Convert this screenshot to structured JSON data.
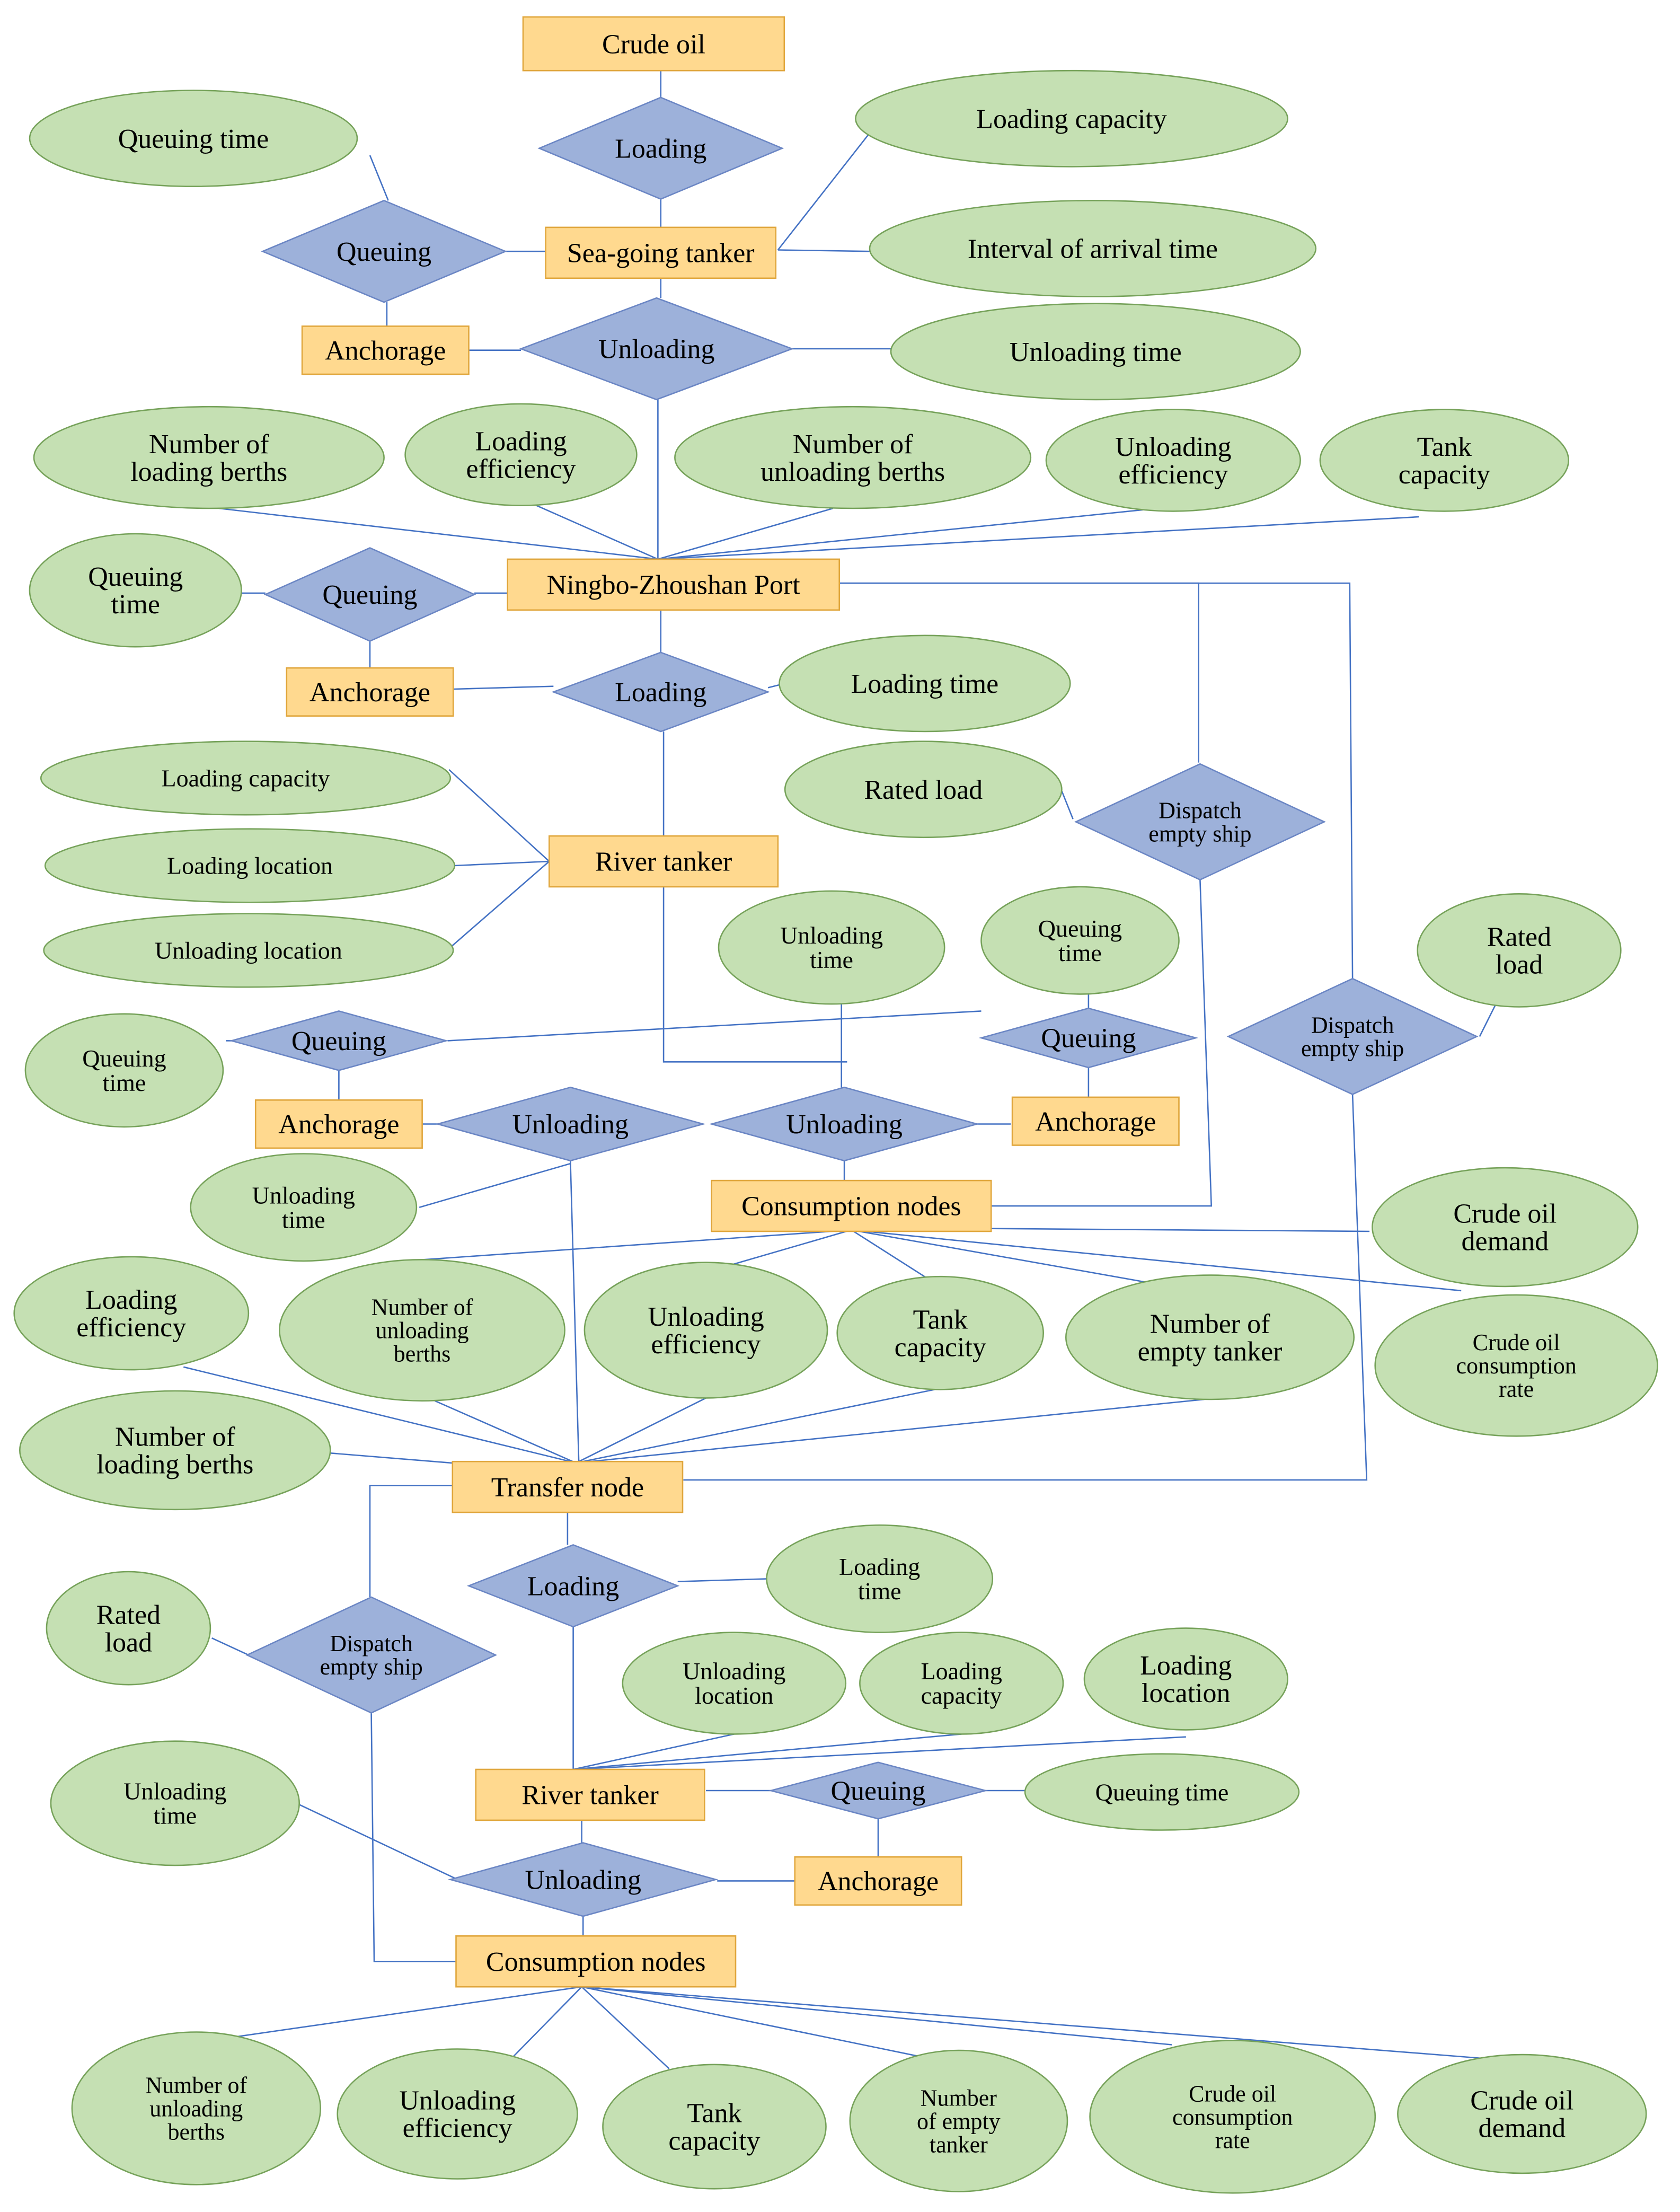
{
  "colors": {
    "entity_fill": "#ffd98f",
    "entity_stroke": "#e0a63c",
    "relation_fill": "#9db1da",
    "relation_stroke": "#6b86c4",
    "attribute_fill": "#c5e0b3",
    "attribute_stroke": "#76a25a",
    "connector": "#4472c4"
  },
  "shape_kinds": {
    "entity": "rectangle",
    "relation": "diamond",
    "attribute": "ellipse"
  },
  "entities": [
    {
      "id": "e_crude",
      "text": "Crude oil"
    },
    {
      "id": "e_seatanker",
      "text": "Sea-going tanker"
    },
    {
      "id": "e_anch1",
      "text": "Anchorage"
    },
    {
      "id": "e_nzport",
      "text": "Ningbo-Zhoushan Port"
    },
    {
      "id": "e_anch2",
      "text": "Anchorage"
    },
    {
      "id": "e_river1",
      "text": "River tanker"
    },
    {
      "id": "e_anch3",
      "text": "Anchorage"
    },
    {
      "id": "e_anch4",
      "text": "Anchorage"
    },
    {
      "id": "e_cons1",
      "text": "Consumption nodes"
    },
    {
      "id": "e_transfer",
      "text": "Transfer node"
    },
    {
      "id": "e_river2",
      "text": "River tanker"
    },
    {
      "id": "e_anch5",
      "text": "Anchorage"
    },
    {
      "id": "e_cons2",
      "text": "Consumption nodes"
    }
  ],
  "relations": [
    {
      "id": "r_load1",
      "text": "Loading"
    },
    {
      "id": "r_queue1",
      "text": "Queuing"
    },
    {
      "id": "r_unload1",
      "text": "Unloading"
    },
    {
      "id": "r_queue2",
      "text": "Queuing"
    },
    {
      "id": "r_load2",
      "text": "Loading"
    },
    {
      "id": "r_disp1",
      "text": "Dispatch\nempty ship"
    },
    {
      "id": "r_disp2",
      "text": "Dispatch\nempty ship"
    },
    {
      "id": "r_queue3",
      "text": "Queuing"
    },
    {
      "id": "r_queue4",
      "text": "Queuing"
    },
    {
      "id": "r_unload2",
      "text": "Unloading"
    },
    {
      "id": "r_unload3",
      "text": "Unloading"
    },
    {
      "id": "r_load3",
      "text": "Loading"
    },
    {
      "id": "r_disp3",
      "text": "Dispatch\nempty ship"
    },
    {
      "id": "r_queue5",
      "text": "Queuing"
    },
    {
      "id": "r_unload4",
      "text": "Unloading"
    }
  ],
  "attributes": [
    {
      "id": "a_qt1",
      "text": "Queuing time"
    },
    {
      "id": "a_loadcap1",
      "text": "Loading capacity"
    },
    {
      "id": "a_interval",
      "text": "Interval of arrival time"
    },
    {
      "id": "a_unloadtime1",
      "text": "Unloading time"
    },
    {
      "id": "a_nlb1",
      "text": "Number of\nloading berths"
    },
    {
      "id": "a_le1",
      "text": "Loading\nefficiency"
    },
    {
      "id": "a_nub1",
      "text": "Number of\nunloading berths"
    },
    {
      "id": "a_ue1",
      "text": "Unloading\nefficiency"
    },
    {
      "id": "a_tank1",
      "text": "Tank\ncapacity"
    },
    {
      "id": "a_qt2",
      "text": "Queuing\ntime"
    },
    {
      "id": "a_loadtime1",
      "text": "Loading time"
    },
    {
      "id": "a_rated1",
      "text": "Rated load"
    },
    {
      "id": "a_loadcap2",
      "text": "Loading capacity"
    },
    {
      "id": "a_loadloc1",
      "text": "Loading location"
    },
    {
      "id": "a_unloadloc1",
      "text": "Unloading location"
    },
    {
      "id": "a_unloadtime2",
      "text": "Unloading\ntime"
    },
    {
      "id": "a_qt3",
      "text": "Queuing\ntime"
    },
    {
      "id": "a_rated2",
      "text": "Rated\nload"
    },
    {
      "id": "a_qt4",
      "text": "Queuing\ntime"
    },
    {
      "id": "a_unloadtime3",
      "text": "Unloading\ntime"
    },
    {
      "id": "a_cdemand1",
      "text": "Crude oil\ndemand"
    },
    {
      "id": "a_le2",
      "text": "Loading\nefficiency"
    },
    {
      "id": "a_nub2",
      "text": "Number of\nunloading\nberths"
    },
    {
      "id": "a_ue2",
      "text": "Unloading\nefficiency"
    },
    {
      "id": "a_tank2",
      "text": "Tank\ncapacity"
    },
    {
      "id": "a_net1",
      "text": "Number of\nempty tanker"
    },
    {
      "id": "a_ccr1",
      "text": "Crude oil\nconsumption\nrate"
    },
    {
      "id": "a_nlb2",
      "text": "Number of\nloading berths"
    },
    {
      "id": "a_loadtime2",
      "text": "Loading\ntime"
    },
    {
      "id": "a_rated3",
      "text": "Rated\nload"
    },
    {
      "id": "a_unloadloc2",
      "text": "Unloading\nlocation"
    },
    {
      "id": "a_loadcap3",
      "text": "Loading\ncapacity"
    },
    {
      "id": "a_loadloc2",
      "text": "Loading\nlocation"
    },
    {
      "id": "a_unloadtime4",
      "text": "Unloading\ntime"
    },
    {
      "id": "a_qt5",
      "text": "Queuing time"
    },
    {
      "id": "a_nub3",
      "text": "Number of\nunloading\nberths"
    },
    {
      "id": "a_ue3",
      "text": "Unloading\nefficiency"
    },
    {
      "id": "a_tank3",
      "text": "Tank\ncapacity"
    },
    {
      "id": "a_net2",
      "text": "Number\nof empty\ntanker"
    },
    {
      "id": "a_ccr2",
      "text": "Crude oil\nconsumption\nrate"
    },
    {
      "id": "a_cdemand2",
      "text": "Crude oil\ndemand"
    }
  ]
}
